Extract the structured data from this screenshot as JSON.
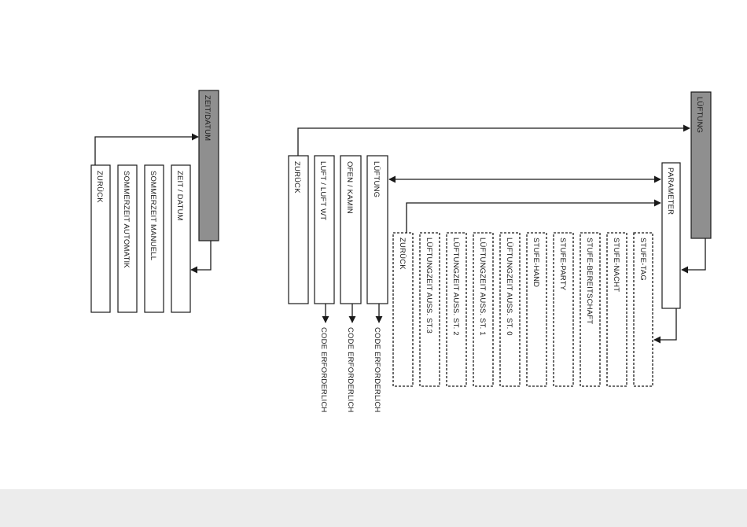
{
  "left_menu": {
    "header": "ZEIT/DATUM",
    "items": [
      "ZEIT / DATUM",
      "SOMMERZEIT MANUELL",
      "SOMMERZEIT AUTOMATIK",
      "ZURÜCK"
    ]
  },
  "right_menu": {
    "header": "LÜFTUNG",
    "parameter": "PARAMETER",
    "items": [
      "LÜFTUNG",
      "OFEN / KAMIN",
      "LUFT / LUFT WT",
      "ZURÜCK"
    ],
    "code_notes": [
      "CODE ERFORDERLICH",
      "CODE ERFORDERLICH",
      "CODE ERFORDERLICH"
    ],
    "sub_items": [
      "STUFE-TAG",
      "STUFE-NACHT",
      "STUFE-BEREITSCHAFT",
      "STUFE-PARTY",
      "STUFE-HAND",
      "LÜFTUNGZEIT AUSS. ST. 0",
      "LÜFTUNGZEIT AUSS. ST. 1",
      "LÜFTUNGZEIT AUSS. ST. 2",
      "LÜFTUNGZEIT AUSS. ST.3",
      "ZURÜCK"
    ]
  }
}
